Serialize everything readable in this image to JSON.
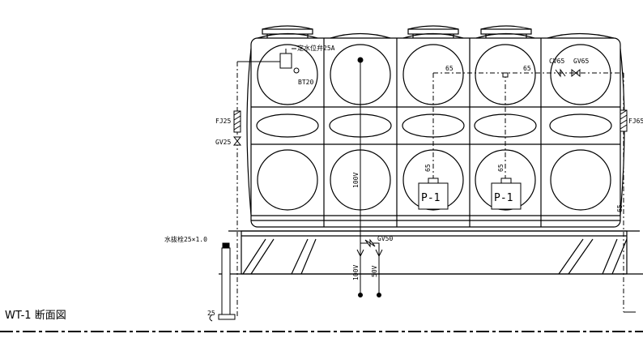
{
  "title": "WT-1 断面図",
  "labels": {
    "float_valve": "定水位弁25A",
    "bt": "BT20",
    "pipe65_a": "65",
    "pipe65_b": "65",
    "cv65": "CV65",
    "gv65": "GV65",
    "fj25": "FJ25",
    "gv25": "GV25",
    "fj65": "FJ65",
    "p1_a": "P-1",
    "p1_b": "P-1",
    "pipe65_v1": "65",
    "pipe65_v2": "65",
    "pipe65_right": "65",
    "pipe100v": "100V",
    "drain": "水抜栓25×1.0",
    "gv50": "GV50",
    "pipe100v_low": "100V",
    "pipe50v": "50V",
    "size25": "25"
  }
}
